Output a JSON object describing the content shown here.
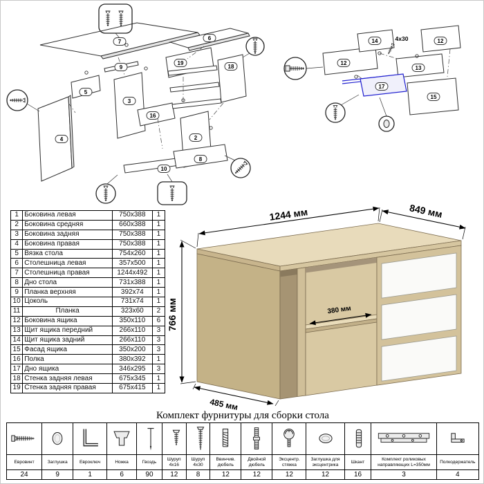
{
  "parts_table": {
    "rows": [
      [
        "1",
        "Боковина левая",
        "750x388",
        "1"
      ],
      [
        "2",
        "Боковина средняя",
        "660x388",
        "1"
      ],
      [
        "3",
        "Боковина задняя",
        "750x388",
        "1"
      ],
      [
        "4",
        "Боковина правая",
        "750x388",
        "1"
      ],
      [
        "5",
        "Вязка стола",
        "754x260",
        "1"
      ],
      [
        "6",
        "Столешница левая",
        "357x500",
        "1"
      ],
      [
        "7",
        "Столешница правая",
        "1244x492",
        "1"
      ],
      [
        "8",
        "Дно стола",
        "731x388",
        "1"
      ],
      [
        "9",
        "Планка верхняя",
        "392x74",
        "1"
      ],
      [
        "10",
        "Цоколь",
        "731x74",
        "1"
      ],
      [
        "11",
        "Планка",
        "323x60",
        "2"
      ],
      [
        "12",
        "Боковина ящика",
        "350x110",
        "6"
      ],
      [
        "13",
        "Щит ящика передний",
        "266x110",
        "3"
      ],
      [
        "14",
        "Щит ящика задний",
        "266x110",
        "3"
      ],
      [
        "15",
        "Фасад ящика",
        "350x200",
        "3"
      ],
      [
        "16",
        "Полка",
        "380x392",
        "1"
      ],
      [
        "17",
        "Дно ящика",
        "346x295",
        "3"
      ],
      [
        "18",
        "Стенка задняя левая",
        "675x345",
        "1"
      ],
      [
        "19",
        "Стенка задняя правая",
        "675x415",
        "1"
      ]
    ]
  },
  "desk": {
    "dim_width": "1244 мм",
    "dim_depth": "849 мм",
    "dim_height": "766 мм",
    "dim_shelf": "380 мм",
    "dim_left_depth": "485 мм"
  },
  "hardware": {
    "caption": "Комплект фурнитуры для сборки стола",
    "items": [
      {
        "name": "Евровинт",
        "qty": "24",
        "icon": "confirmat-screw-icon"
      },
      {
        "name": "Заглушка",
        "qty": "9",
        "icon": "cap-icon"
      },
      {
        "name": "Евроключ",
        "qty": "1",
        "icon": "hex-key-icon"
      },
      {
        "name": "Ножка",
        "qty": "6",
        "icon": "leg-icon"
      },
      {
        "name": "Гвоздь",
        "qty": "90",
        "icon": "nail-icon"
      },
      {
        "name": "Шуруп 4x16",
        "qty": "12",
        "icon": "screw-16-icon"
      },
      {
        "name": "Шуруп 4x30",
        "qty": "8",
        "icon": "screw-30-icon"
      },
      {
        "name": "Ввинчив. дюбель",
        "qty": "12",
        "icon": "screw-dowel-icon"
      },
      {
        "name": "Двойной дюбель",
        "qty": "12",
        "icon": "double-dowel-icon"
      },
      {
        "name": "Эксцентр. стяжка",
        "qty": "12",
        "icon": "cam-lock-icon"
      },
      {
        "name": "Заглушка для эксцентрика",
        "qty": "12",
        "icon": "cam-cap-icon"
      },
      {
        "name": "Шкант",
        "qty": "16",
        "icon": "wood-dowel-icon"
      },
      {
        "name": "Комплект роликовых направляющих L=350мм",
        "qty": "3",
        "icon": "drawer-slide-icon"
      },
      {
        "name": "Полкодержатель",
        "qty": "4",
        "icon": "shelf-pin-icon"
      }
    ]
  },
  "diagram_left": {
    "labels": {
      "l7": "7",
      "l6": "6",
      "l19": "19",
      "l18": "18",
      "l9": "9",
      "l5": "5",
      "l3": "3",
      "l16": "16",
      "l2": "2",
      "l4": "4",
      "l10": "10",
      "l8": "8"
    }
  },
  "diagram_right": {
    "labels": {
      "l14": "14",
      "l12a": "12",
      "l12b": "12",
      "l13": "13",
      "l17": "17",
      "l15": "15"
    },
    "annotation": "4x30"
  }
}
